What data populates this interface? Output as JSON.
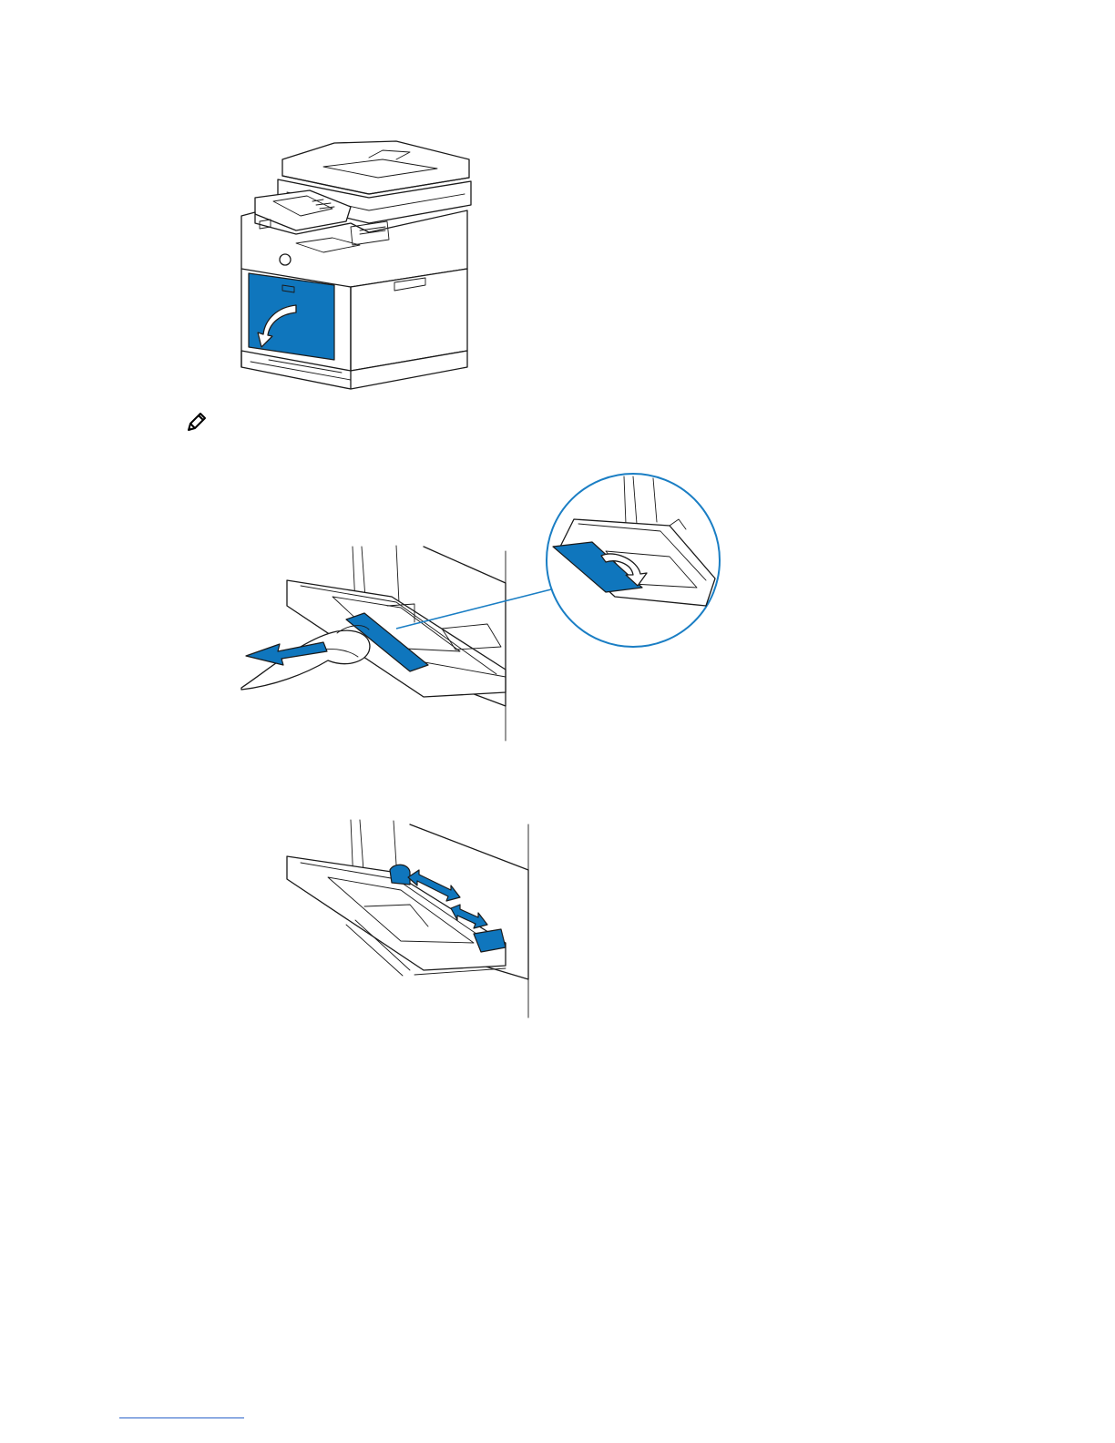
{
  "colors": {
    "accent": "#0f76bd",
    "callout": "#1a7ec4",
    "line": "#1a1a1a",
    "footer_rule": "#2a62c9"
  },
  "figures": [
    {
      "name": "printer-front-cover-open",
      "icon": "printer-icon"
    },
    {
      "name": "mpf-tray-pull-extension",
      "icon": "tray-extension-icon"
    },
    {
      "name": "mpf-tray-slide-width-guides",
      "icon": "width-guide-icon"
    }
  ],
  "note": {
    "icon": "note-pencil-icon"
  }
}
